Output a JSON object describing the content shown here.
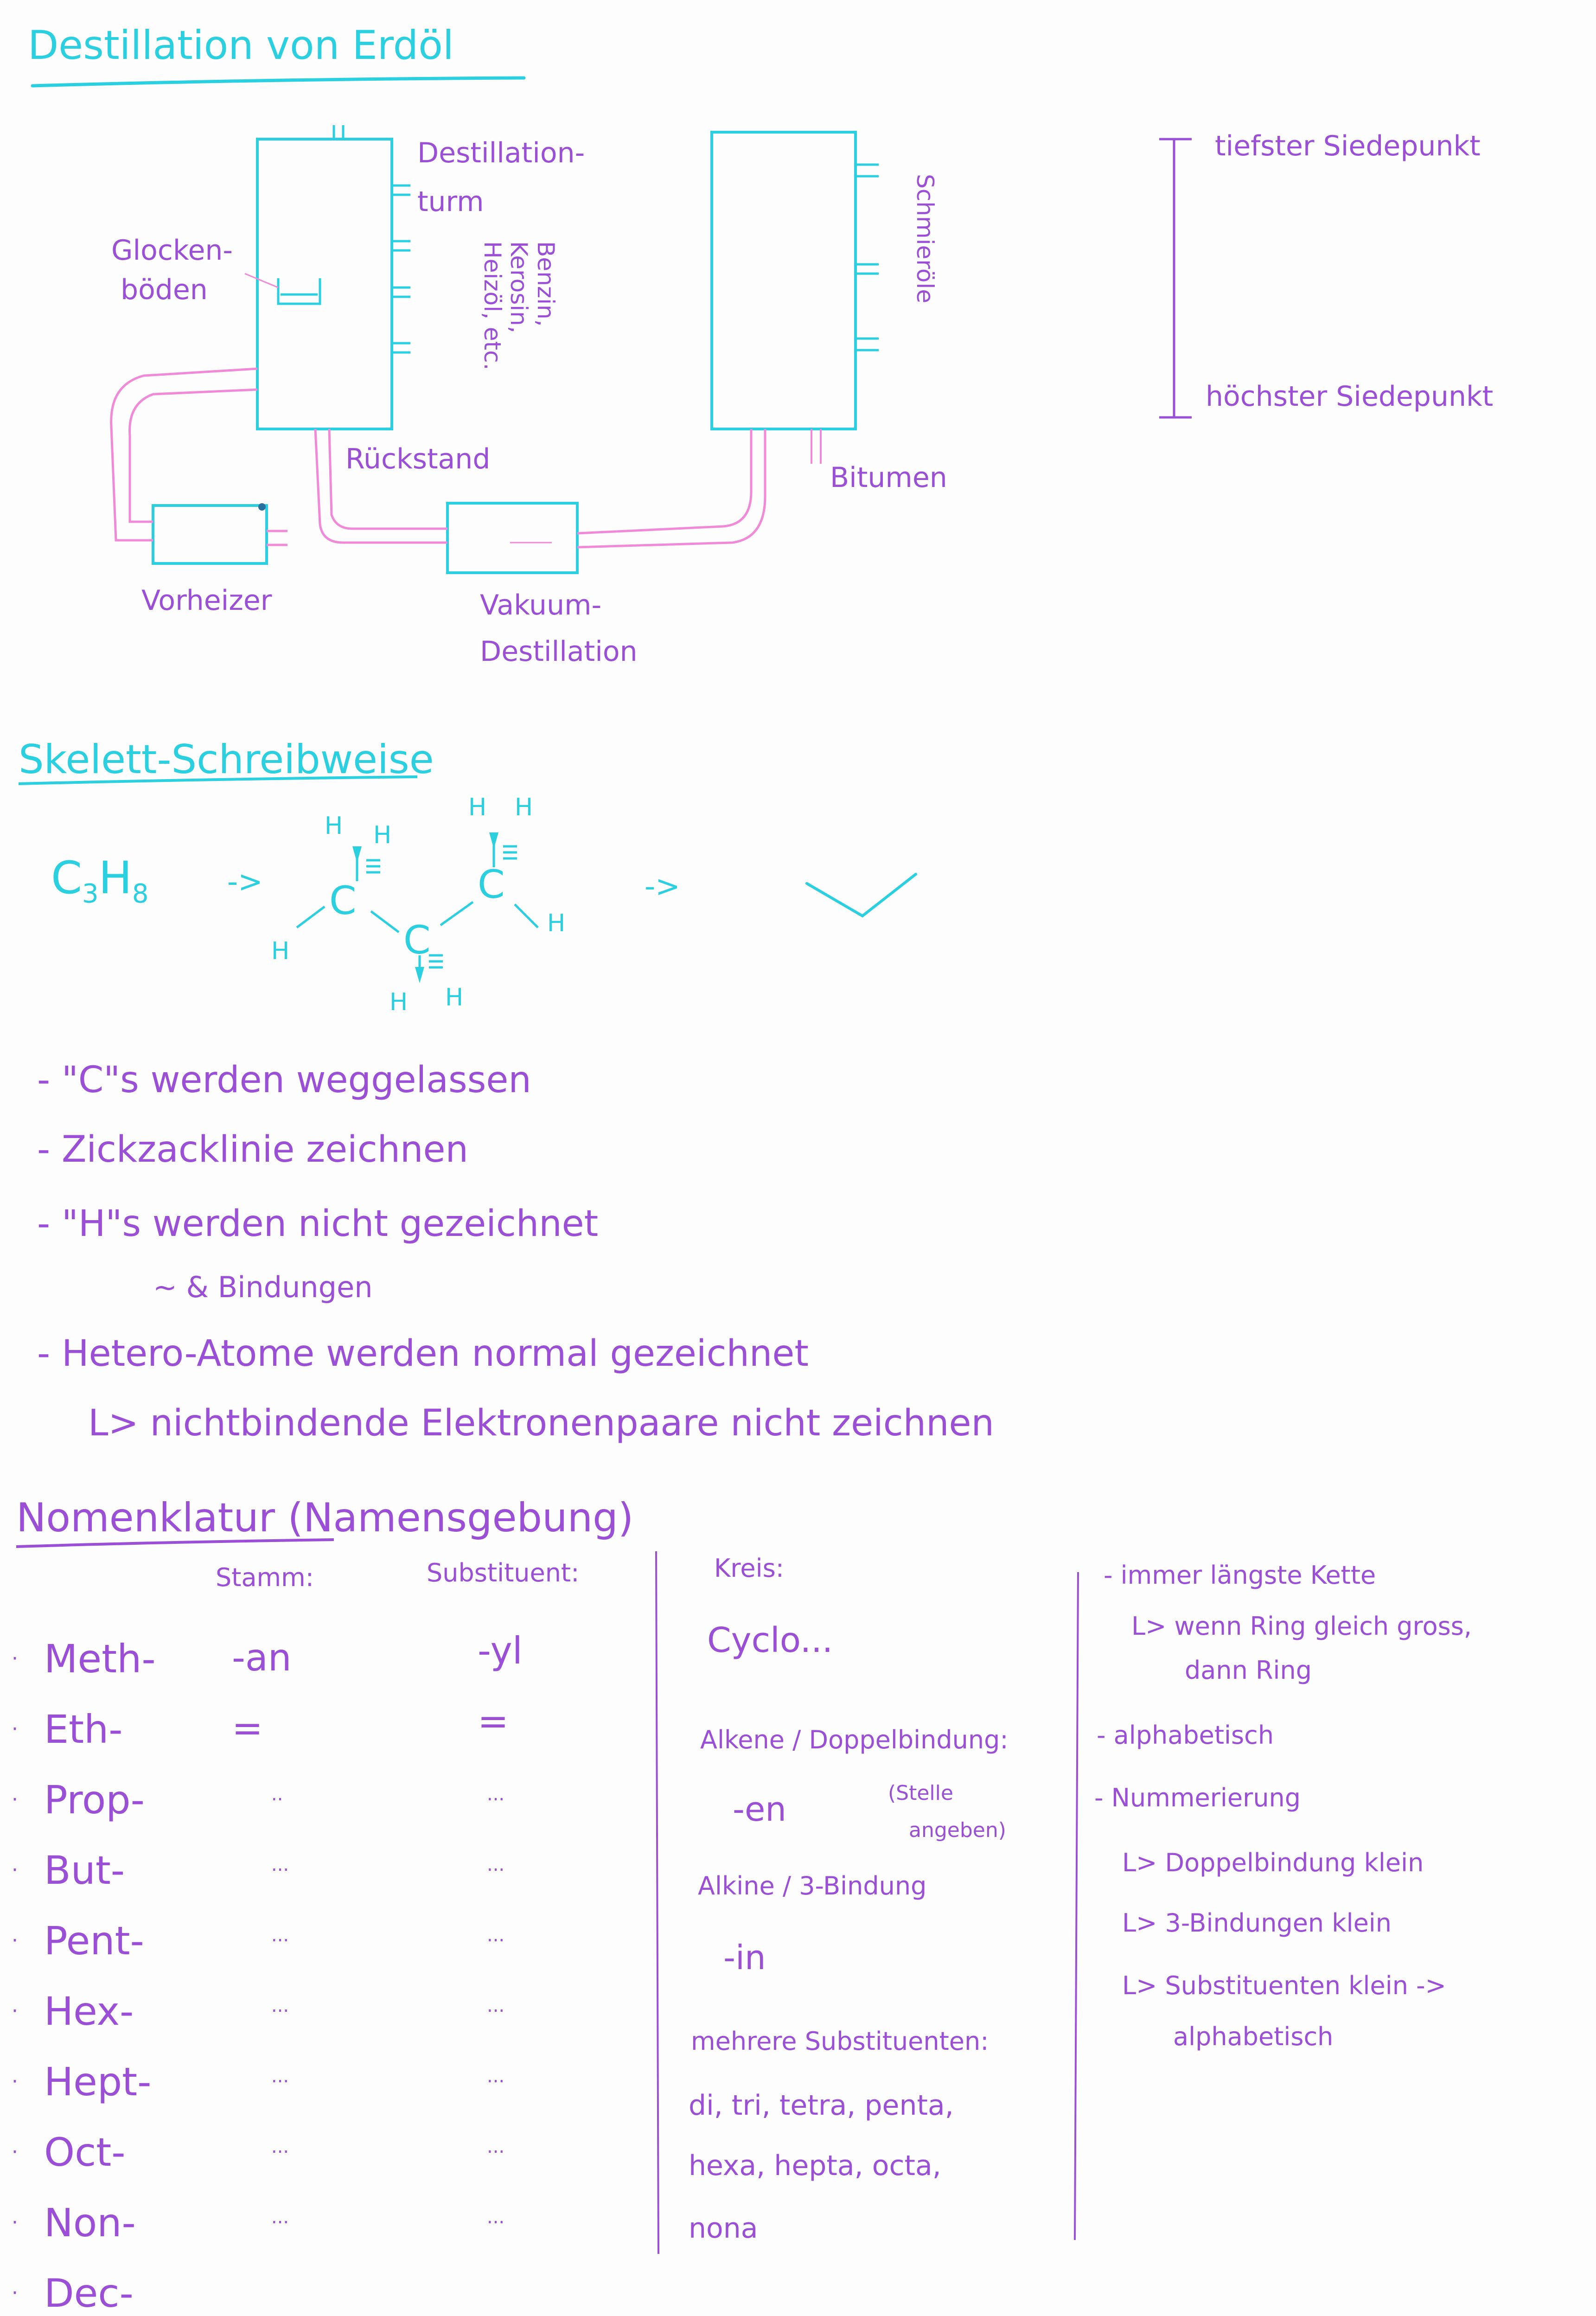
{
  "colors": {
    "cyan_ink": "#2ad0e0",
    "violet_ink": "#9a4fd6",
    "pink_ink": "#f08ad8",
    "paper": "#fdfdfd"
  },
  "section_distillation": {
    "title": "Destillation von Erdöl",
    "tower_label_1": "Destillation-",
    "tower_label_2": "turm",
    "bells_label_1": "Glocken-",
    "bells_label_2": "böden",
    "products_label": "Benzin, Kerosin, Heizöl, etc.",
    "residue_label": "Rückstand",
    "preheater_label": "Vorheizer",
    "vacuum_label_1": "Vakuum-",
    "vacuum_label_2": "Destillation",
    "lubricant_label": "Schmieröle",
    "bitumen_label": "Bitumen",
    "scale_top": "tiefster Siedepunkt",
    "scale_bottom": "höchster Siedepunkt"
  },
  "section_skeleton": {
    "title": "Skelett-Schreibweise",
    "formula": "C3H8",
    "atom_c": "C",
    "atom_h": "H",
    "arrow": "->",
    "notes": [
      "- \"C\"s werden weggelassen",
      "- Zickzacklinie zeichnen",
      "- \"H\"s werden nicht gezeichnet",
      "~ & Bindungen",
      "- Hetero-Atome werden normal gezeichnet",
      "L> nichtbindende Elektronenpaare nicht zeichnen"
    ]
  },
  "section_nomenclature": {
    "title": "Nomenklatur (Namensgebung)",
    "header_stem": "Stamm:",
    "header_substituent": "Substituent:",
    "rows": [
      {
        "stem": "Meth-",
        "suffix": "-an",
        "substituent": "-yl"
      },
      {
        "stem": "Eth-",
        "suffix": "=",
        "substituent": "="
      },
      {
        "stem": "Prop-",
        "suffix": "..",
        "substituent": "..."
      },
      {
        "stem": "But-",
        "suffix": "...",
        "substituent": "..."
      },
      {
        "stem": "Pent-",
        "suffix": "...",
        "substituent": "..."
      },
      {
        "stem": "Hex-",
        "suffix": "...",
        "substituent": "..."
      },
      {
        "stem": "Hept-",
        "suffix": "...",
        "substituent": "..."
      },
      {
        "stem": "Oct-",
        "suffix": "...",
        "substituent": "..."
      },
      {
        "stem": "Non-",
        "suffix": "...",
        "substituent": "..."
      },
      {
        "stem": "Dec-",
        "suffix": "",
        "substituent": ""
      }
    ],
    "middle": {
      "ring_header": "Kreis:",
      "ring_value": "Cyclo...",
      "alkene_header": "Alkene / Doppelbindung:",
      "alkene_value": "-en",
      "alkene_note_1": "(Stelle",
      "alkene_note_2": "angeben)",
      "alkyne_header": "Alkine / 3-Bindung",
      "alkyne_value": "-in",
      "multi_header": "mehrere Substituenten:",
      "multi_1": "di, tri, tetra, penta,",
      "multi_2": "hexa, hepta, octa,",
      "multi_3": "nona"
    },
    "rules": [
      "- immer längste Kette",
      "L> wenn Ring gleich gross,",
      "dann Ring",
      "- alphabetisch",
      "- Nummerierung",
      "L> Doppelbindung klein",
      "L> 3-Bindungen klein",
      "L> Substituenten klein ->",
      "alphabetisch"
    ]
  }
}
